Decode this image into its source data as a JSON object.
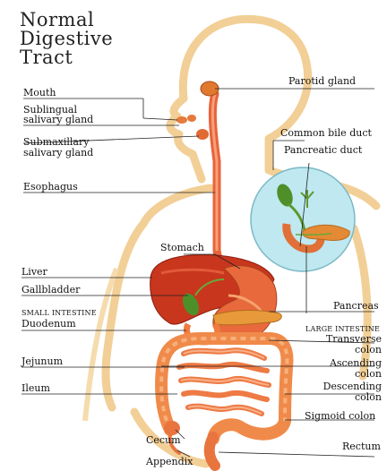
{
  "title": [
    "Normal",
    "Digestive",
    "Tract"
  ],
  "labels": {
    "mouth": "Mouth",
    "sublingual": [
      "Sublingual",
      "salivary gland"
    ],
    "submaxillary": [
      "Submaxillary",
      "salivary gland"
    ],
    "esophagus": "Esophagus",
    "parotid": "Parotid gland",
    "common_bile_duct": "Common bile duct",
    "pancreatic_duct": "Pancreatic duct",
    "stomach": "Stomach",
    "liver": "Liver",
    "gallbladder": "Gallbladder",
    "small_intestine": "SMALL INTESTINE",
    "duodenum": "Duodenum",
    "pancreas": "Pancreas",
    "large_intestine": "LARGE INTESTINE",
    "transverse": [
      "Transverse",
      "colon"
    ],
    "jejunum": "Jejunum",
    "ascending": [
      "Ascending",
      "colon"
    ],
    "ileum": "Ileum",
    "descending": [
      "Descending",
      "colon"
    ],
    "sigmoid": "Sigmoid colon",
    "cecum": "Cecum",
    "appendix": "Appendix",
    "rectum": "Rectum"
  },
  "colors": {
    "body_outline": "#f2cf96",
    "tract": "#e8643a",
    "liver": "#c8361e",
    "stomach": "#e86a3c",
    "intestine": "#f08a4a",
    "gallbladder": "#4e8f2a",
    "inset_bg": "#bfe8f0",
    "leader": "#222222"
  }
}
